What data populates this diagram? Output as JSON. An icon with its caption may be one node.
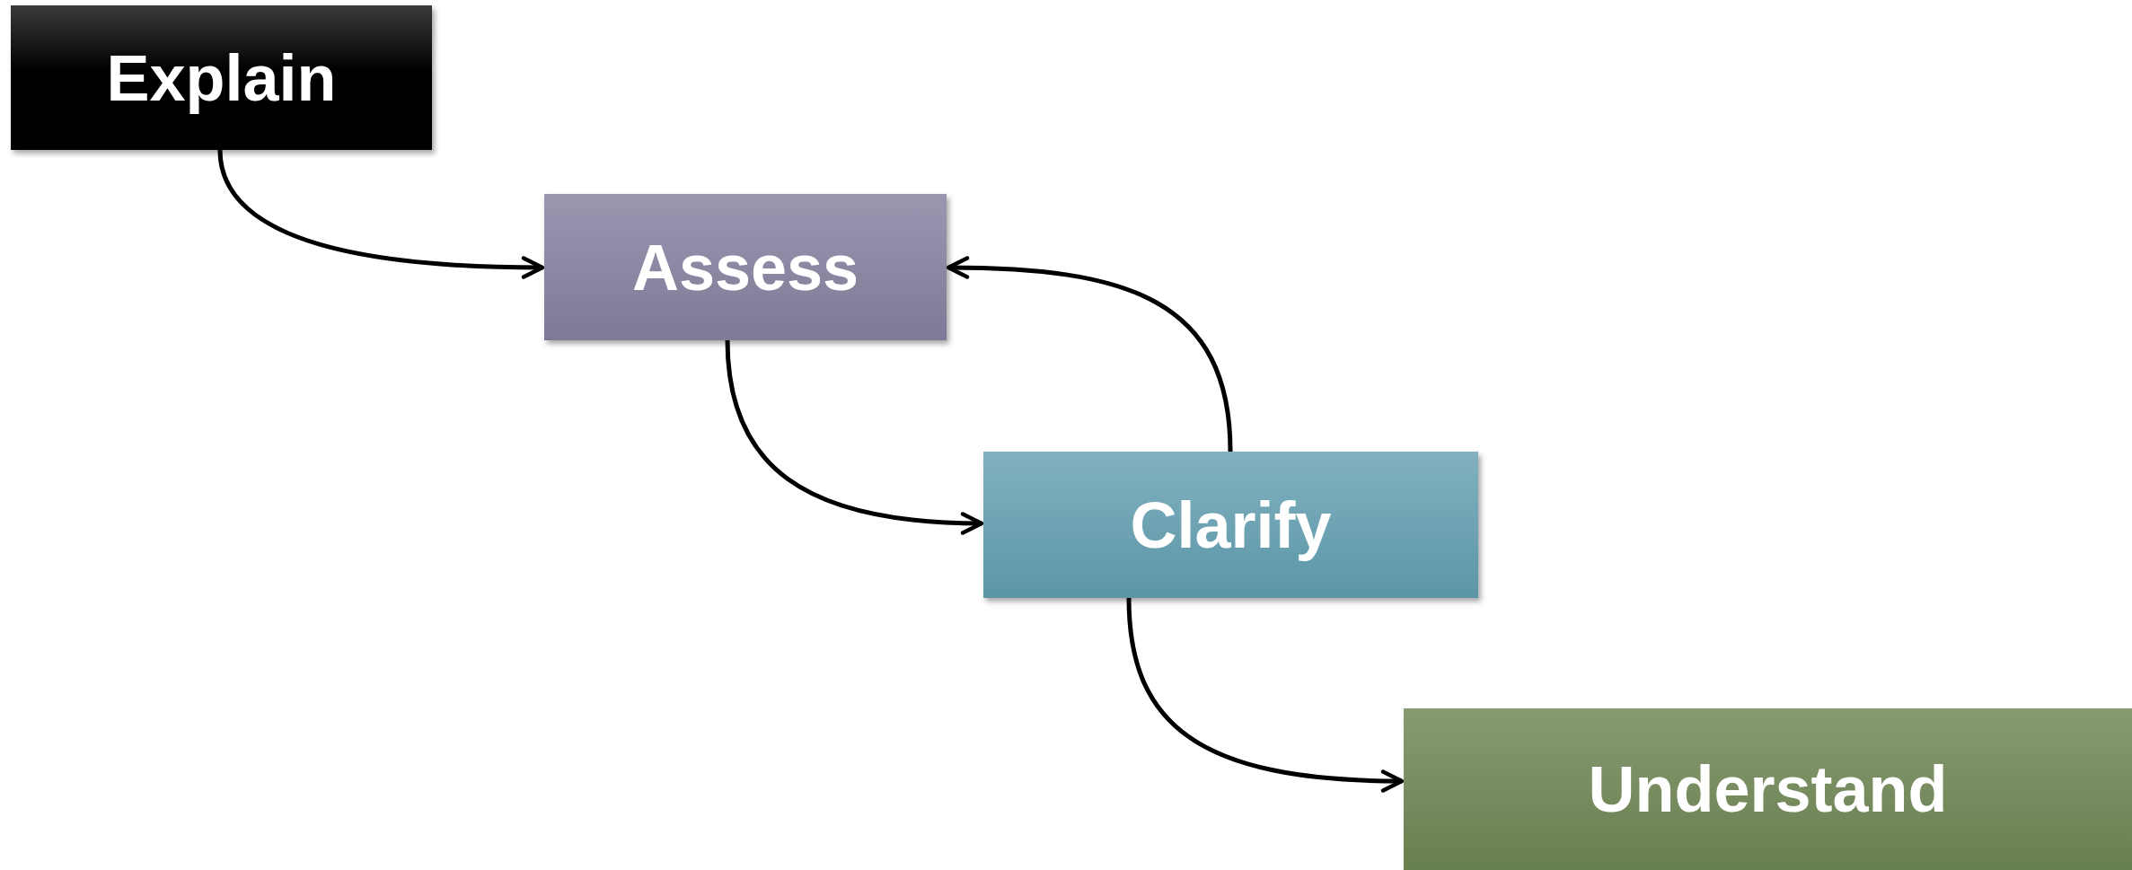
{
  "diagram": {
    "nodes": [
      {
        "text": [
          "Explain"
        ]
      },
      {
        "text": [
          "Assess"
        ]
      },
      {
        "text": [
          "Clarify"
        ]
      },
      {
        "text": [
          "Understand"
        ]
      }
    ],
    "edges": [
      {
        "from": 0,
        "to": 1,
        "arrow": "to"
      },
      {
        "from": 1,
        "to": 2,
        "arrow": "to"
      },
      {
        "from": 2,
        "to": 1,
        "arrow": "to"
      },
      {
        "from": 2,
        "to": 3,
        "arrow": "to"
      }
    ]
  }
}
